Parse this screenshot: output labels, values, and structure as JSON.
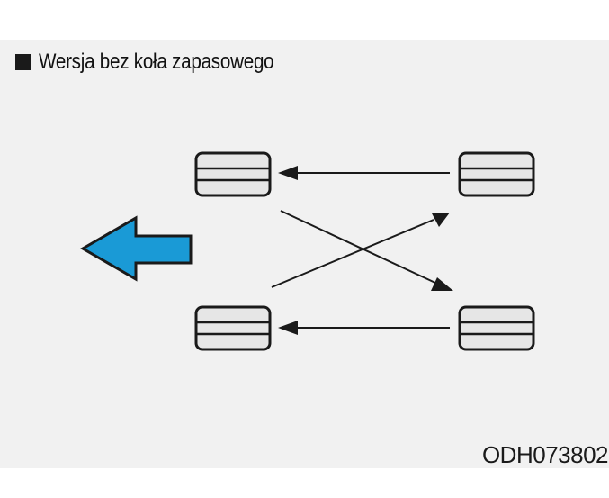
{
  "caption": {
    "bullet_icon": "black-square-bullet",
    "text": "Wersja bez koła zapasowego"
  },
  "diagram": {
    "description_icon": "tire-rotation-diagram",
    "wheels": [
      "front-left",
      "front-right",
      "rear-left",
      "rear-right"
    ],
    "direction_arrow_icon": "forward-direction-arrow",
    "direction_arrow_color": "#1a9ad6",
    "rotations": [
      {
        "from": "front-right",
        "to": "front-left"
      },
      {
        "from": "front-left",
        "to": "rear-right"
      },
      {
        "from": "rear-left",
        "to": "front-right"
      },
      {
        "from": "rear-right",
        "to": "rear-left"
      }
    ]
  },
  "figure_code": "ODH073802"
}
